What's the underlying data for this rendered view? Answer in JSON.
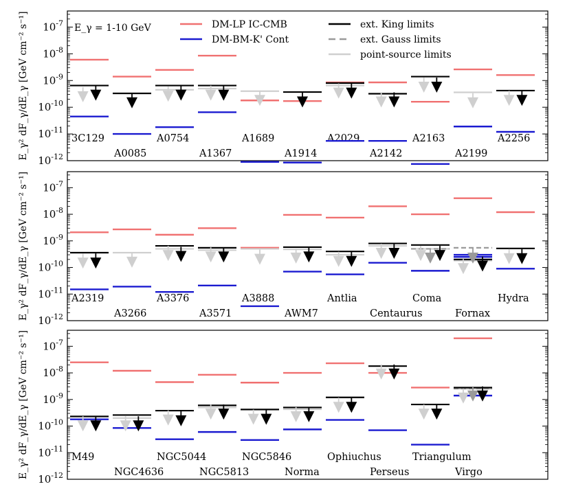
{
  "chart_data": {
    "type": "scatter",
    "yscale": "log",
    "ylim": [
      1e-12,
      4e-07
    ],
    "ylabel": "E_γ² dF_γ/dE_γ [GeV cm⁻² s⁻¹]",
    "annotation": "E_γ = 1-10 GeV",
    "legend": {
      "placement": "top",
      "entries": [
        {
          "key": "ic",
          "label": "DM-LP IC-CMB",
          "color": "#f07070"
        },
        {
          "key": "cont",
          "label": "DM-BM-K' Cont",
          "color": "#1a1ad0"
        },
        {
          "key": "king",
          "label": "ext. King limits",
          "color": "#000000"
        },
        {
          "key": "gauss",
          "label": "ext. Gauss limits",
          "color": "#9a9a9a"
        },
        {
          "key": "ps",
          "label": "point-source limits",
          "color": "#cfcfcf"
        }
      ]
    },
    "panels": [
      {
        "clusters": [
          {
            "name": "3C129",
            "ic": 6e-09,
            "cont": 4.5e-11,
            "king": 6.5e-10,
            "ps": null,
            "arrows": [
              2.2e-10,
              2.5e-10
            ]
          },
          {
            "name": "A0085",
            "ic": 1.4e-09,
            "cont": 1e-11,
            "king": 3.3e-10,
            "ps": null,
            "arrows": [
              1.3e-10
            ]
          },
          {
            "name": "A0754",
            "ic": 2.5e-09,
            "cont": 1.8e-11,
            "king": 6.5e-10,
            "ps": 4.5e-10,
            "arrows": [
              2.3e-10,
              2.5e-10
            ]
          },
          {
            "name": "A1367",
            "ic": 8.5e-09,
            "cont": 6.5e-11,
            "king": 6.5e-10,
            "ps": 5e-10,
            "arrows": [
              2.5e-10,
              2.5e-10
            ]
          },
          {
            "name": "A1689",
            "ic": 1.8e-10,
            "cont": 9e-13,
            "king": null,
            "ps": 4e-10,
            "arrows": [
              1.6e-10
            ]
          },
          {
            "name": "A1914",
            "ic": 1.7e-10,
            "cont": 8.5e-13,
            "king": 3.7e-10,
            "ps": null,
            "arrows": [
              1.4e-10
            ]
          },
          {
            "name": "A2029",
            "ic": 8.5e-10,
            "cont": 5.5e-12,
            "king": 8e-10,
            "ps": 6.5e-10,
            "arrows": [
              3e-10,
              3e-10
            ]
          },
          {
            "name": "A2142",
            "ic": 8.5e-10,
            "cont": 5.5e-12,
            "king": 3.2e-10,
            "ps": null,
            "arrows": [
              1.4e-10,
              1.4e-10
            ]
          },
          {
            "name": "A2163",
            "ic": 1.6e-10,
            "cont": 7.5e-13,
            "king": 1.4e-09,
            "ps": null,
            "arrows": [
              5e-10,
              5e-10
            ]
          },
          {
            "name": "A2199",
            "ic": 2.6e-09,
            "cont": 1.9e-11,
            "king": null,
            "ps": 3.6e-10,
            "arrows": [
              1.3e-10
            ]
          },
          {
            "name": "A2256",
            "ic": 1.6e-09,
            "cont": 1.2e-11,
            "king": 4.2e-10,
            "ps": null,
            "arrows": [
              1.6e-10,
              1.6e-10
            ]
          }
        ]
      },
      {
        "clusters": [
          {
            "name": "A2319",
            "ic": 2.1e-09,
            "cont": 1.5e-11,
            "king": 3.6e-10,
            "ps": null,
            "arrows": [
              1.3e-10,
              1.3e-10
            ]
          },
          {
            "name": "A3266",
            "ic": 2.7e-09,
            "cont": 1.9e-11,
            "king": null,
            "ps": 3.6e-10,
            "arrows": [
              1.4e-10
            ]
          },
          {
            "name": "A3376",
            "ic": 1.7e-09,
            "cont": 1.2e-11,
            "king": 6.5e-10,
            "ps": 5e-10,
            "arrows": [
              2.5e-10,
              2.3e-10
            ]
          },
          {
            "name": "A3571",
            "ic": 3e-09,
            "cont": 2.1e-11,
            "king": 5.5e-10,
            "ps": 4.5e-10,
            "arrows": [
              2.2e-10,
              2.2e-10
            ]
          },
          {
            "name": "A3888",
            "ic": 5.5e-10,
            "cont": 3.5e-12,
            "king": null,
            "ps": 5e-10,
            "arrows": [
              1.8e-10
            ]
          },
          {
            "name": "AWM7",
            "ic": 9.5e-09,
            "cont": 7e-11,
            "king": 5.8e-10,
            "ps": 4.8e-10,
            "arrows": [
              2e-10,
              2.2e-10
            ]
          },
          {
            "name": "Antlia",
            "ic": 7.5e-09,
            "cont": 5.5e-11,
            "king": 4e-10,
            "ps": 3e-10,
            "arrows": [
              1.5e-10,
              1.5e-10
            ]
          },
          {
            "name": "Centaurus",
            "ic": 2e-08,
            "cont": 1.5e-10,
            "king": 8e-10,
            "ps": 6.5e-10,
            "arrows": [
              3e-10,
              3e-10
            ]
          },
          {
            "name": "Coma",
            "ic": 1e-08,
            "cont": 7.5e-11,
            "king": 7e-10,
            "ps": 5e-10,
            "gauss": 5e-10,
            "arrows": [
              2.5e-10,
              2e-10,
              2.5e-10
            ]
          },
          {
            "name": "Fornax",
            "ic": 4e-08,
            "cont": 3e-10,
            "cont2": 2.5e-10,
            "king": 2e-10,
            "ps": 1.8e-10,
            "gauss": 5.5e-10,
            "arrows": [
              8e-11,
              2e-10,
              1e-10
            ]
          },
          {
            "name": "Hydra",
            "ic": 1.2e-08,
            "cont": 9e-11,
            "king": 5.2e-10,
            "ps": null,
            "arrows": [
              1.9e-10,
              1.9e-10
            ]
          }
        ]
      },
      {
        "clusters": [
          {
            "name": "M49",
            "ic": 2.5e-08,
            "cont": 1.8e-10,
            "king": 2.3e-10,
            "ps": null,
            "arrows": [
              9e-11,
              9e-11
            ]
          },
          {
            "name": "NGC4636",
            "ic": 1.2e-08,
            "cont": 8.5e-11,
            "king": 2.6e-10,
            "ps": 2e-10,
            "arrows": [
              9e-11,
              9e-11
            ]
          },
          {
            "name": "NGC5044",
            "ic": 4.5e-09,
            "cont": 3.2e-11,
            "king": 3.8e-10,
            "ps": null,
            "arrows": [
              1.5e-10,
              1.4e-10
            ]
          },
          {
            "name": "NGC5813",
            "ic": 8.5e-09,
            "cont": 6e-11,
            "king": 6e-10,
            "ps": 5e-10,
            "arrows": [
              2.5e-10,
              2.5e-10
            ]
          },
          {
            "name": "NGC5846",
            "ic": 4.3e-09,
            "cont": 3e-11,
            "king": 4.2e-10,
            "ps": null,
            "arrows": [
              1.6e-10,
              1.6e-10
            ]
          },
          {
            "name": "Norma",
            "ic": 1e-08,
            "cont": 7.5e-11,
            "king": 5e-10,
            "ps": 4.3e-10,
            "arrows": [
              2e-10,
              2e-10
            ]
          },
          {
            "name": "Ophiuchus",
            "ic": 2.3e-08,
            "cont": 1.7e-10,
            "king": 1.2e-09,
            "ps": null,
            "arrows": [
              4.5e-10,
              4.5e-10
            ]
          },
          {
            "name": "Perseus",
            "ic": 1e-08,
            "cont": 7e-11,
            "king": 1.8e-08,
            "ps": null,
            "arrows": [
              8e-09,
              8e-09
            ]
          },
          {
            "name": "Triangulum",
            "ic": 2.8e-09,
            "cont": 2e-11,
            "king": 6.5e-10,
            "ps": null,
            "arrows": [
              2.5e-10,
              2.5e-10
            ]
          },
          {
            "name": "Virgo",
            "ic": 2e-07,
            "cont": 1.4e-09,
            "king": 2.8e-09,
            "ps": 2.5e-09,
            "gauss": 2.6e-09,
            "arrows": [
              1e-09,
              1.2e-09,
              1.2e-09
            ]
          }
        ]
      }
    ]
  }
}
